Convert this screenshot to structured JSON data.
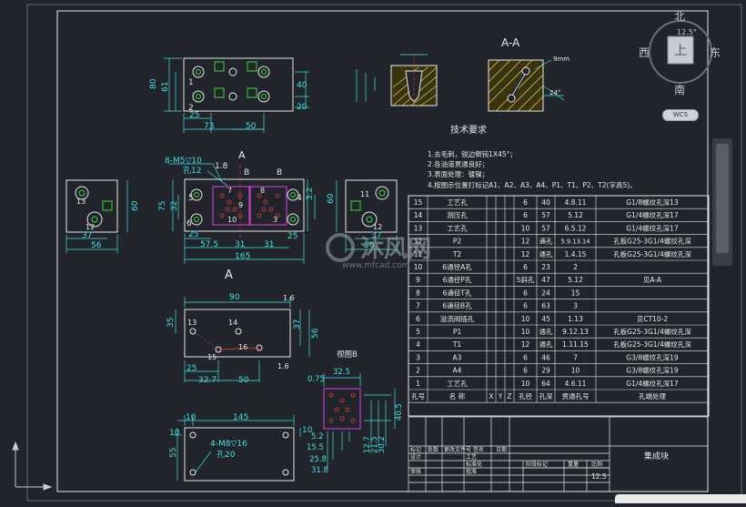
{
  "compass": {
    "north": "北",
    "south": "南",
    "east": "东",
    "west": "西",
    "top": "上",
    "angle": "12.5°"
  },
  "wcs_label": "WCS",
  "watermark": {
    "brand": "沐风网",
    "url": "www.mfcad.com"
  },
  "section": {
    "title": "A-A",
    "depth": "9mm",
    "angle": "24°"
  },
  "tech": {
    "title": "技术要求",
    "lines": [
      "1.去毛刺，锐边倒钝1X45°；",
      "2.各油道贯通良好；",
      "3.表面处理：镀镍；",
      "4.按图示位置打标记A1、A2、A3、A4、P1、T1、P2、T2(字高5)。"
    ]
  },
  "dims": {
    "top": {
      "h1": "80",
      "h2": "61",
      "left": "25",
      "w1": "73",
      "w2": "50",
      "r40": "40",
      "r20": "20",
      "p1": "1",
      "p2": "2"
    },
    "front": {
      "m5": "8-M5▽10",
      "hole12": "孔12",
      "n18": "1.8",
      "markA": "A",
      "markB": "B",
      "l75": "75",
      "l32": "32",
      "r32": "3.2",
      "w25": "25",
      "w575": "57.5",
      "w31": "31",
      "w31b": "31",
      "w25b": "25",
      "w165": "165",
      "p6": "6",
      "p5": "5",
      "p4": "4",
      "p7": "7",
      "p8": "8",
      "p9": "9",
      "p10": "10",
      "p3": "3"
    },
    "side_l": {
      "h60": "60",
      "w37": "37",
      "w56": "56",
      "t13": "13",
      "t12": "12"
    },
    "side_r": {
      "h60": "60",
      "w37": "37",
      "w56": "56",
      "t11": "11",
      "t12": "12"
    },
    "bottom": {
      "w90": "90",
      "h35": "35",
      "h37": "37",
      "h56": "56",
      "w25": "25",
      "w327": "32.7",
      "w50": "50",
      "p13": "13",
      "p14": "14",
      "p15": "15",
      "p16": "16",
      "r16": "1.6",
      "r16b": "1.6"
    },
    "plate": {
      "w10": "10",
      "w145": "145",
      "h55": "55",
      "m8": "4-M8▽16",
      "hole20": "孔20",
      "h10": "10"
    },
    "detail": {
      "title": "视图B",
      "w325": "32.5",
      "w075": "0.75",
      "v52": "5.2",
      "v155": "15.5",
      "v258": "25.8",
      "v318": "31.8",
      "h127": "12.7",
      "h215": "21.5",
      "h302": "30.2",
      "h405": "40.5"
    },
    "fig_a": "A"
  },
  "table": {
    "headers": [
      "孔号",
      "名 称",
      "X",
      "Y",
      "Z",
      "孔径",
      "孔深",
      "贯通孔号",
      "孔端处理"
    ],
    "rows": [
      [
        "15",
        "工艺孔",
        "",
        "",
        "",
        "6",
        "40",
        "4.8.11",
        "G1/8螺纹孔深13"
      ],
      [
        "14",
        "测压孔",
        "",
        "",
        "",
        "6",
        "57",
        "5.12",
        "G1/4螺纹孔深17"
      ],
      [
        "13",
        "工艺孔",
        "",
        "",
        "",
        "10",
        "57",
        "6.5.12",
        "G1/4螺纹孔深17"
      ],
      [
        "12",
        "P2",
        "",
        "",
        "",
        "12",
        "通孔",
        "5.9.13.14",
        "孔板G25-3G1/4螺纹孔深"
      ],
      [
        "11",
        "T2",
        "",
        "",
        "",
        "12",
        "通孔",
        "1.4.15",
        "孔板G25-3G1/4螺纹孔深"
      ],
      [
        "10",
        "6通径A孔",
        "",
        "",
        "",
        "6",
        "23",
        "2",
        ""
      ],
      [
        "9",
        "6通径P孔",
        "",
        "",
        "",
        "5斜孔",
        "47",
        "5.12",
        "见A-A"
      ],
      [
        "8",
        "6通径T孔",
        "",
        "",
        "",
        "6",
        "24",
        "15",
        ""
      ],
      [
        "7",
        "6通径B孔",
        "",
        "",
        "",
        "6",
        "63",
        "3",
        ""
      ],
      [
        "6",
        "溢流阀插孔",
        "",
        "",
        "",
        "10",
        "45",
        "1.13",
        "见CT10-2"
      ],
      [
        "5",
        "P1",
        "",
        "",
        "",
        "10",
        "通孔",
        "9.12.13",
        "孔板G25-3G1/4螺纹孔深"
      ],
      [
        "4",
        "T1",
        "",
        "",
        "",
        "12",
        "通孔",
        "1.11.15",
        "孔板G25-3G1/4螺纹孔深"
      ],
      [
        "3",
        "A3",
        "",
        "",
        "",
        "6",
        "46",
        "7",
        "G3/8螺纹孔深19"
      ],
      [
        "2",
        "A4",
        "",
        "",
        "",
        "6",
        "29",
        "10",
        "G3/8螺纹孔深19"
      ],
      [
        "1",
        "工艺孔",
        "",
        "",
        "",
        "10",
        "64",
        "4.6.11",
        "G1/4螺纹孔深17"
      ]
    ]
  },
  "titleblock": {
    "part": "集成块",
    "scale": "12.5",
    "tags": [
      "标记",
      "处数",
      "更改文件号",
      "签名",
      "日期",
      "设计",
      "工艺",
      "标准化",
      "审核",
      "批准",
      "阶段标记",
      "重量",
      "比例"
    ]
  },
  "colors": {
    "bg": "#21252b",
    "white": "#e8e8e8",
    "cyan": "#3fe0e0",
    "green": "#40d840",
    "yellow": "#e8e840",
    "magenta": "#e040e0",
    "red": "#e04040"
  }
}
